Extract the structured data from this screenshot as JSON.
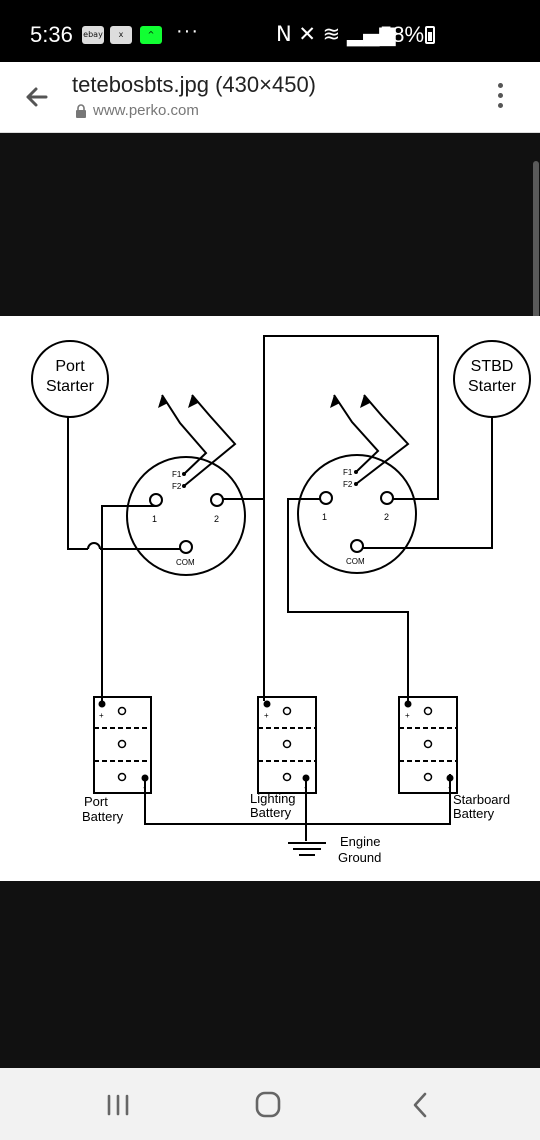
{
  "status_bar": {
    "time": "5:36",
    "app_icons": [
      "ebay",
      "x",
      "^"
    ],
    "more": "···",
    "system_icons": "N ✕ ≋ ▂▄▆",
    "battery": "58%"
  },
  "app_bar": {
    "title": "tetebosbts.jpg (430×450)",
    "url": "www.perko.com"
  },
  "diagram": {
    "port_starter": [
      "Port",
      "Starter"
    ],
    "stbd_starter": [
      "STBD",
      "Starter"
    ],
    "switch_labels": {
      "f1": "F1",
      "f2": "F2",
      "one": "1",
      "two": "2",
      "com": "COM"
    },
    "battery_plus": "+",
    "battery_minus": "-",
    "port_battery": [
      "Port",
      "Battery"
    ],
    "lighting_battery": [
      "Lighting",
      "Battery"
    ],
    "starboard_battery": [
      "Starboard",
      "Battery"
    ],
    "engine_ground": [
      "Engine",
      "Ground"
    ]
  },
  "nav_bar": {
    "recents_icon": "recents-icon",
    "home_icon": "home-icon",
    "back_icon": "back-icon"
  },
  "colors": {
    "status_bg": "#000000",
    "viewer_bg": "#111111",
    "appbar_bg": "#ffffff",
    "navbar_bg": "#f2f2f2"
  }
}
